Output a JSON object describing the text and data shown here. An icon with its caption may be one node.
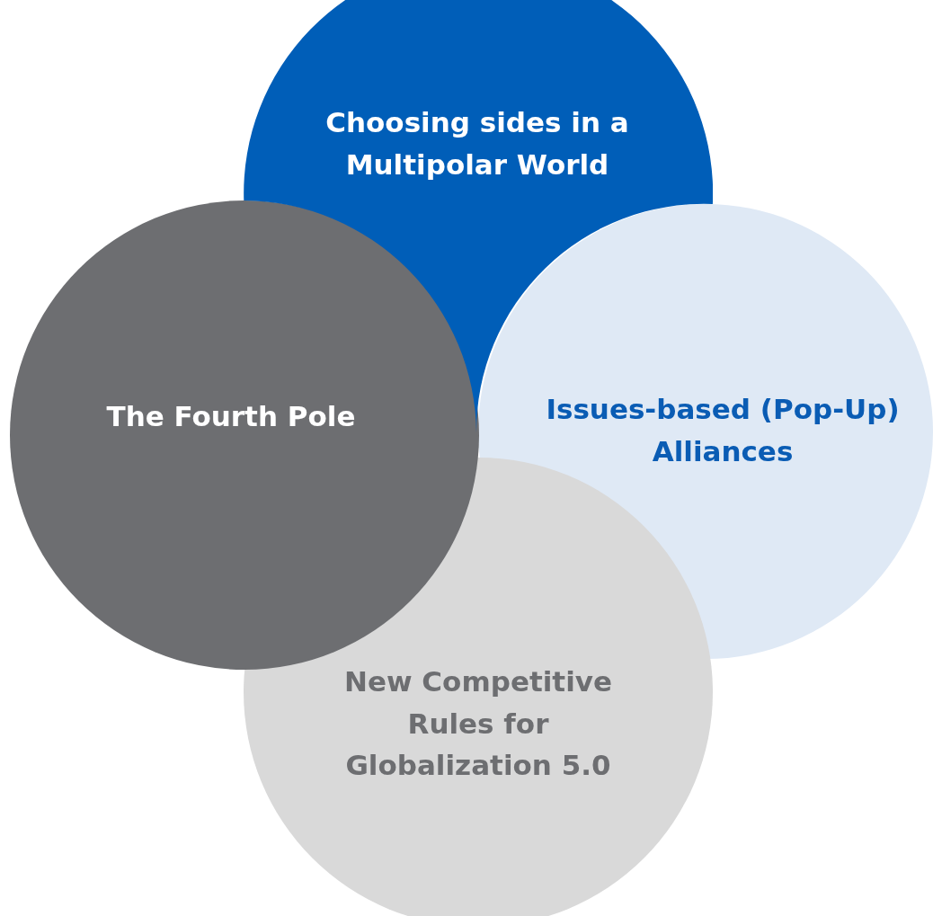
{
  "diagram": {
    "nodes": [
      {
        "text": [
          "Choosing sides in a Multipolar World"
        ]
      },
      {
        "text": [
          "Issues-based (Pop-Up) Alliances"
        ]
      },
      {
        "text": [
          "New Competitive Rules for Globalization 5.0"
        ]
      },
      {
        "text": [
          "The Fourth Pole"
        ]
      }
    ]
  }
}
